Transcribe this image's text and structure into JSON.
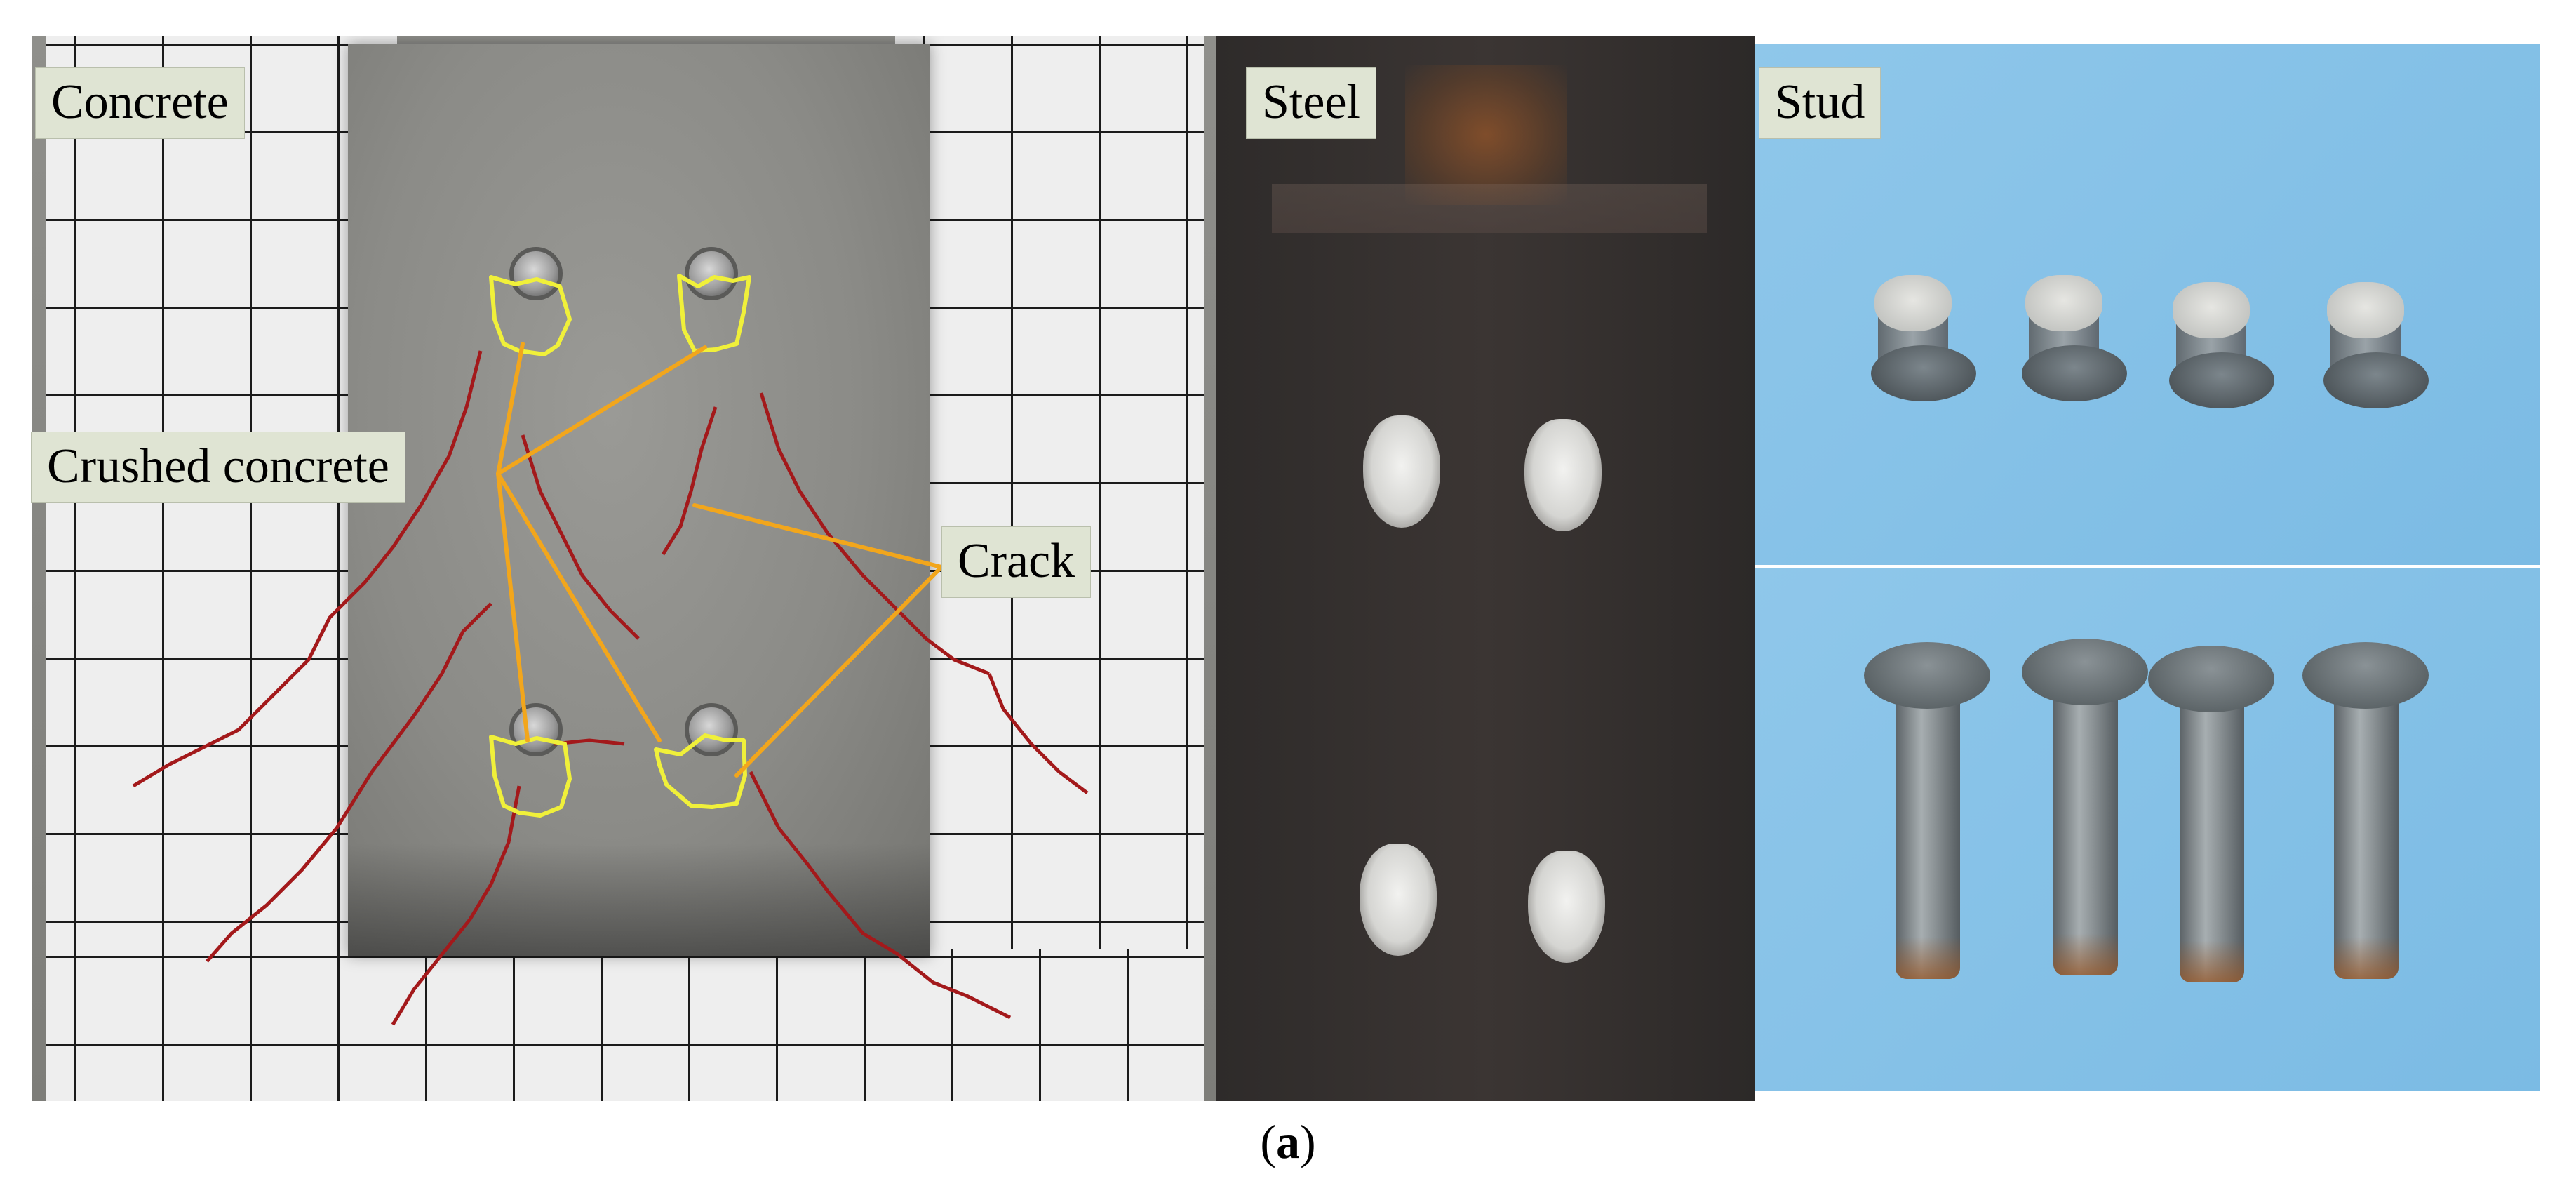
{
  "labels": {
    "concrete": "Concrete",
    "steel": "Steel",
    "stud": "Stud",
    "crushed_concrete": "Crushed concrete",
    "crack": "Crack"
  },
  "caption": {
    "open": "(",
    "letter": "a",
    "close": ")"
  },
  "colors": {
    "annotation_line": "#f2a61c",
    "crushed_outline": "#f0f03a",
    "crack_line": "#a3191b",
    "label_background": "#dfe4d3",
    "stud_background": "#84c1e7"
  }
}
